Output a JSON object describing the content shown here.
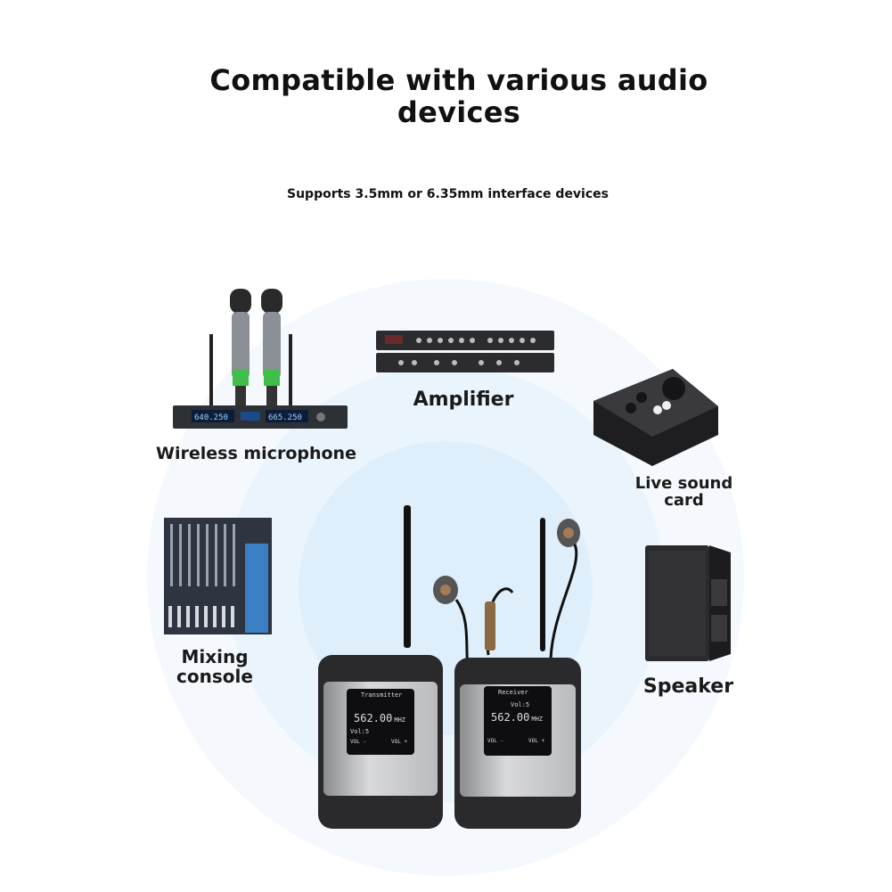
{
  "header": {
    "title": "Compatible with various audio devices",
    "subtitle": "Supports 3.5mm or 6.35mm interface devices"
  },
  "devices": {
    "wireless_microphone": "Wireless microphone",
    "amplifier": "Amplifier",
    "live_sound_card": "Live sound card",
    "mixing_console": "Mixing console",
    "speaker": "Speaker"
  },
  "transmitter": {
    "name": "Transmitter",
    "freq": "562.00",
    "unit": "MHZ",
    "vol": "Vol:5",
    "btn_left": "VOL -",
    "btn_right": "VOL +"
  },
  "receiver": {
    "name": "Receiver",
    "freq": "562.00",
    "unit": "MHZ",
    "vol": "Vol:5",
    "btn_left": "VOL -",
    "btn_right": "VOL +"
  },
  "mic_display": {
    "left": "640.250",
    "right": "665.250"
  },
  "colors": {
    "circle_outer": "#f3f8fc",
    "circle_mid": "#e7f2fb",
    "circle_inner": "#dcedfa",
    "mic_accent": "#3fbf4a"
  }
}
